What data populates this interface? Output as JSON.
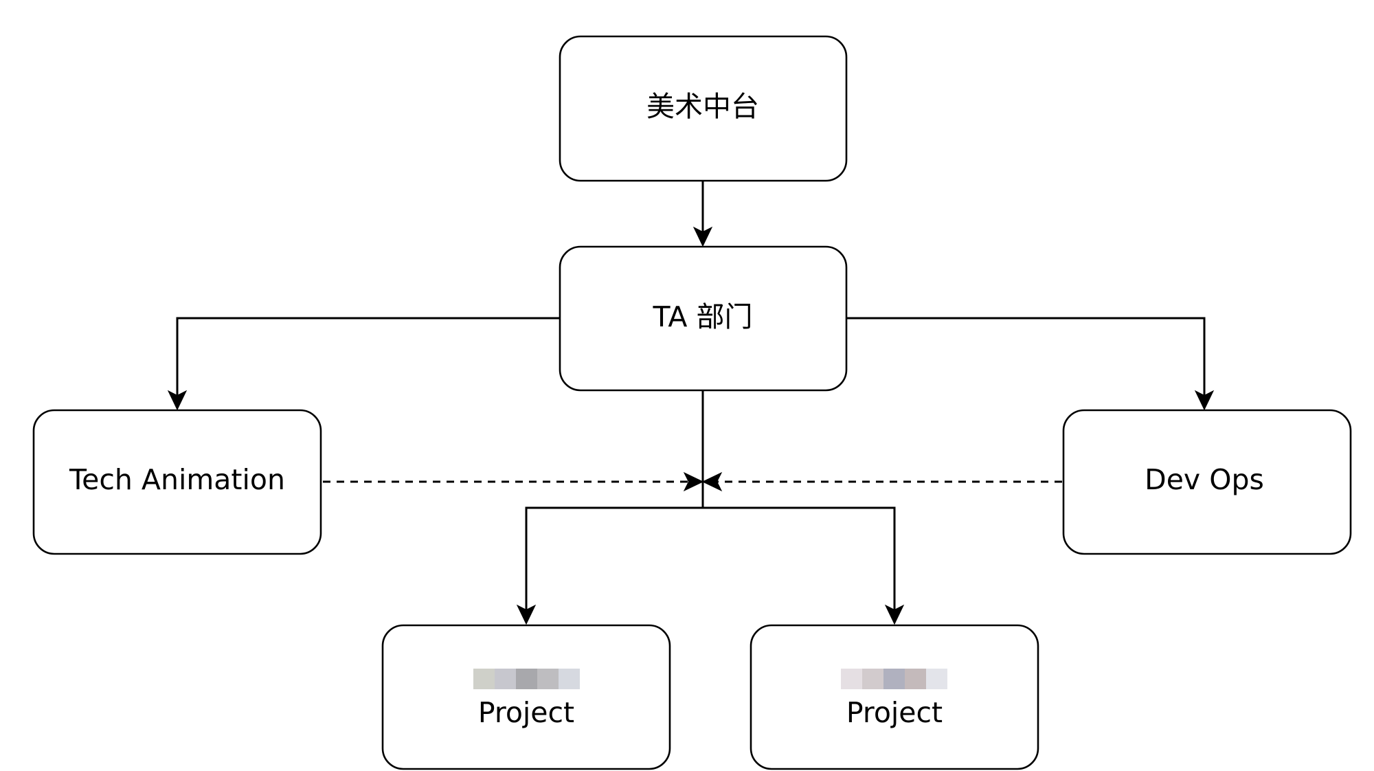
{
  "nodes": {
    "art_center": {
      "label": "美术中台"
    },
    "ta_dept": {
      "label": "TA 部门"
    },
    "tech_animation": {
      "label": "Tech Animation"
    },
    "dev_ops": {
      "label": "Dev Ops"
    },
    "project_a": {
      "label": "Project",
      "redacted_colors": [
        "#cfd0c9",
        "#c7c7ce",
        "#a8a8ac",
        "#bebdc0",
        "#d6d9e0"
      ]
    },
    "project_b": {
      "label": "Project",
      "redacted_colors": [
        "#e5dfe3",
        "#d2cbcd",
        "#b0b1bf",
        "#c4babb",
        "#e3e4ea"
      ]
    }
  },
  "colors": {
    "line": "#000000",
    "box_fill": "#ffffff"
  }
}
